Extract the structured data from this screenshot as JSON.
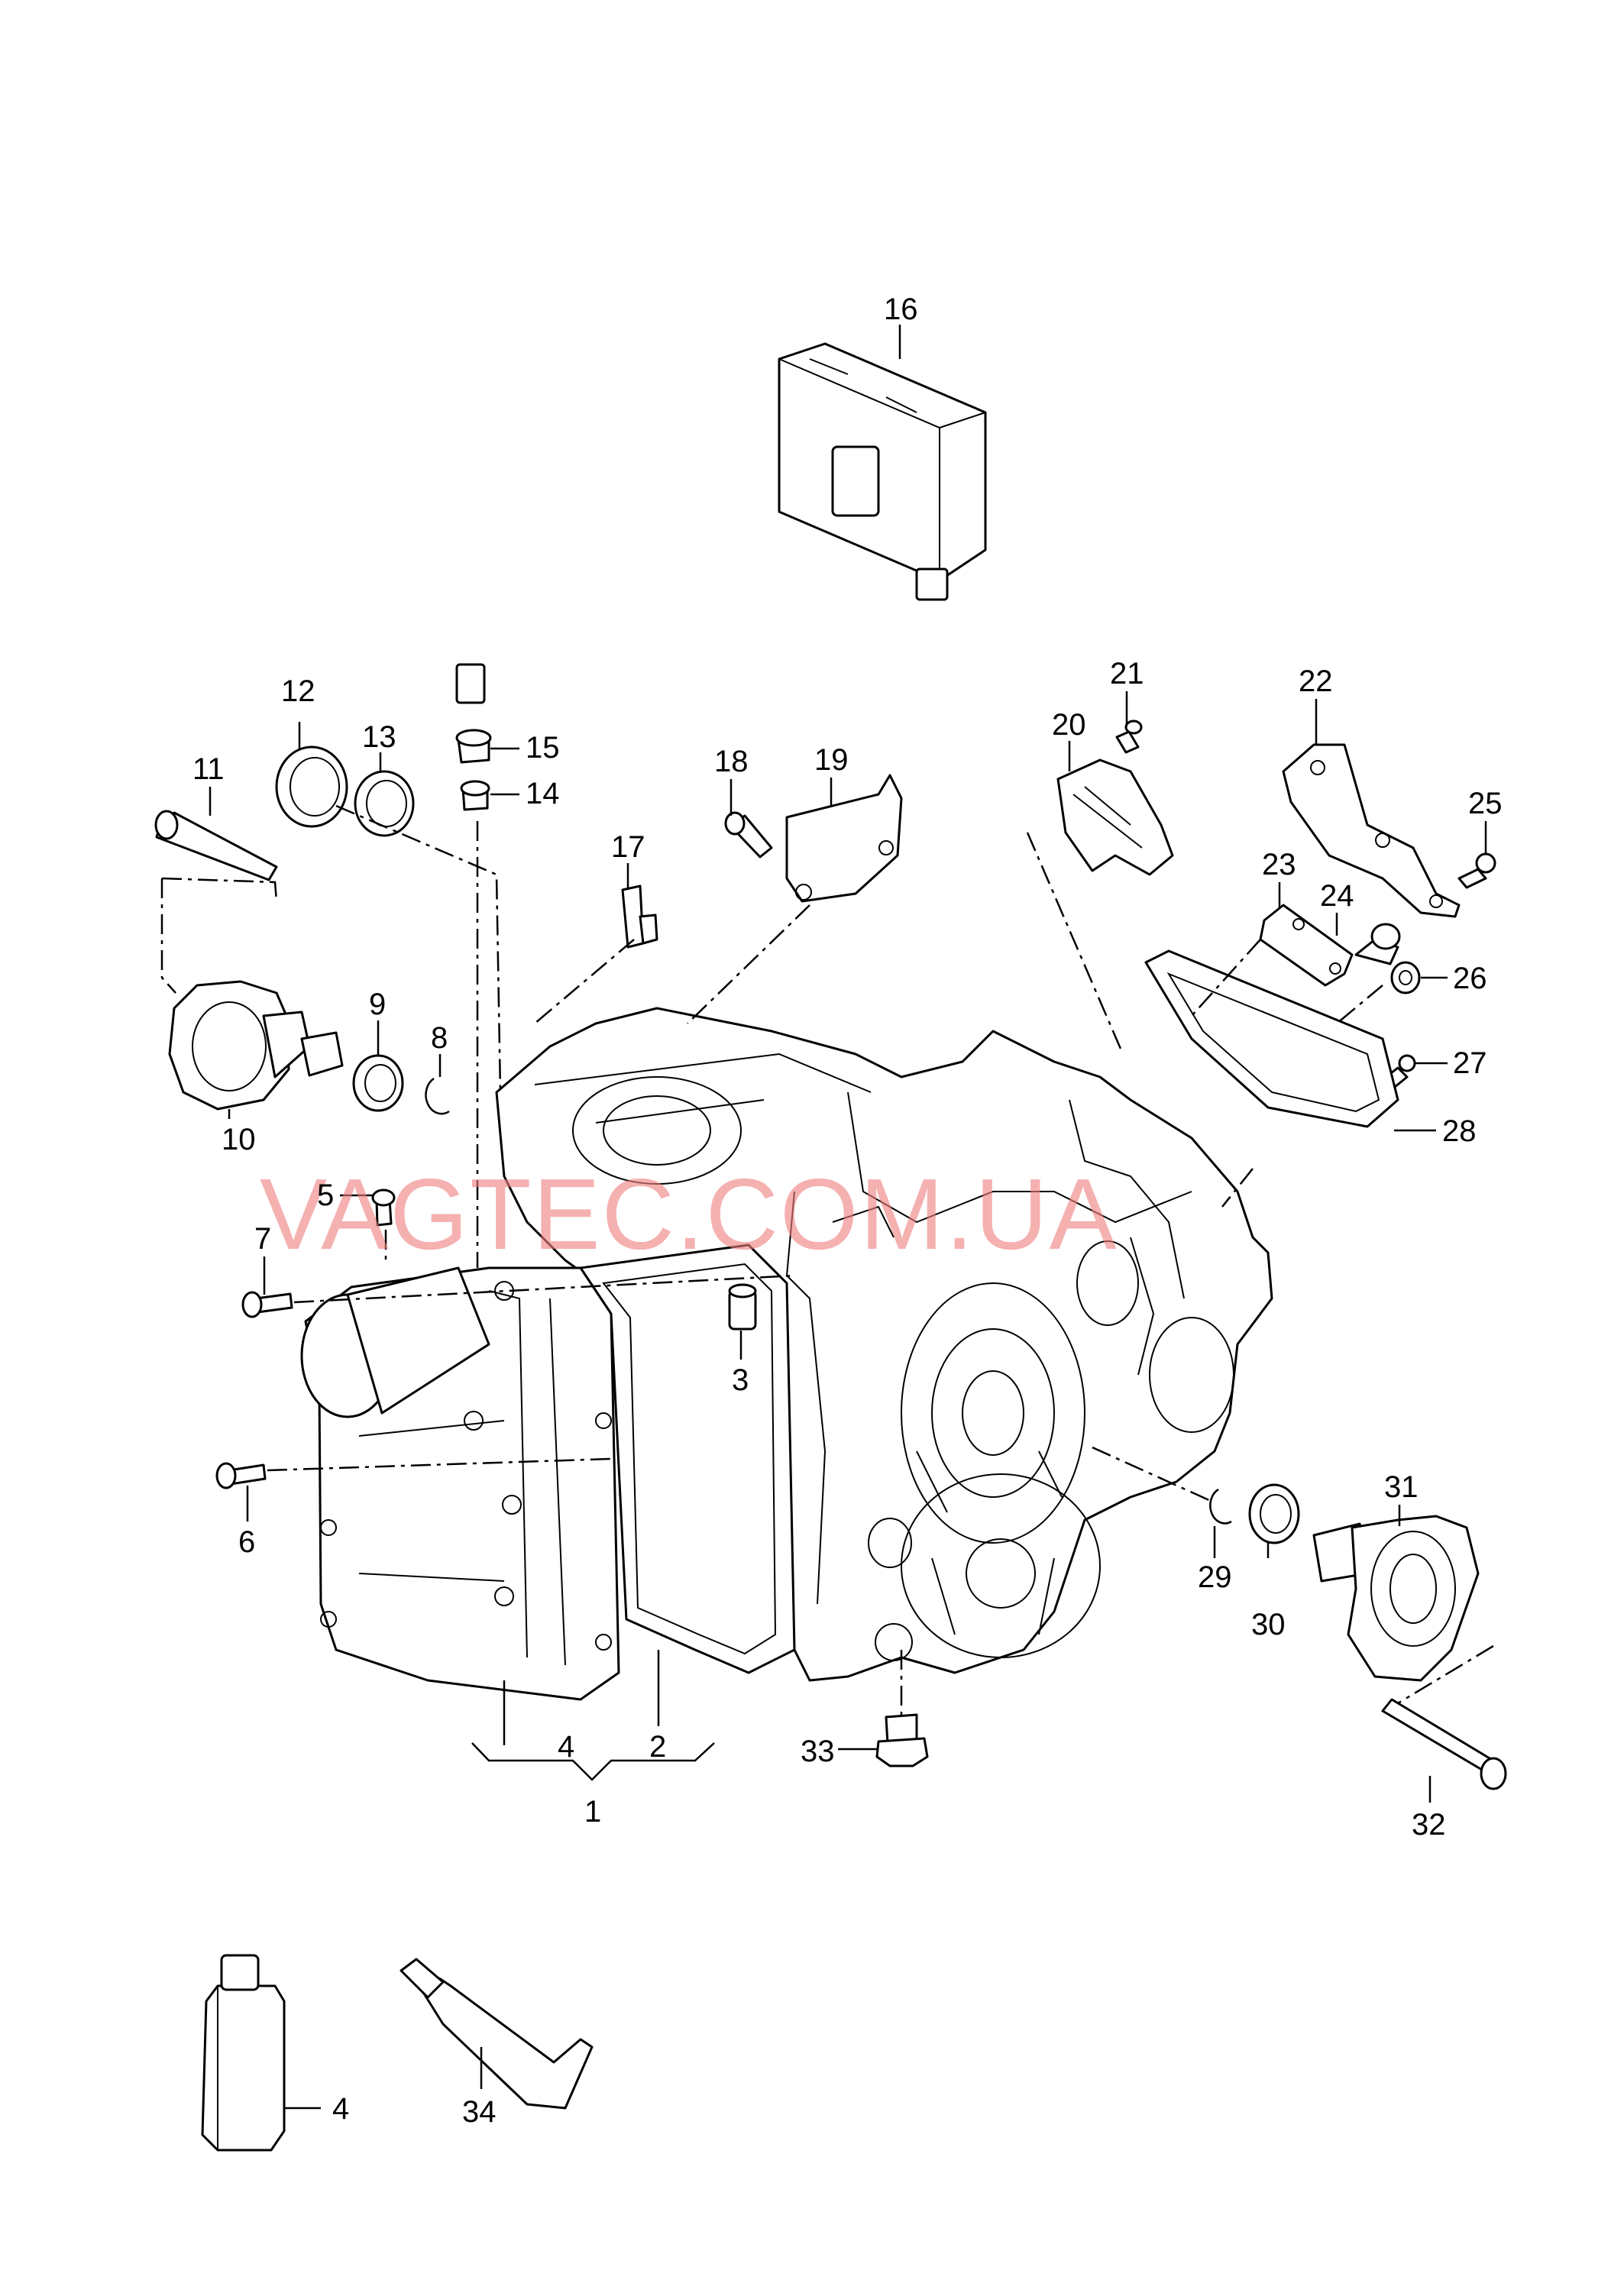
{
  "diagram": {
    "watermark": "VAGTEC.COM.UA",
    "callouts": [
      {
        "id": "c16",
        "text": "16"
      },
      {
        "id": "c21",
        "text": "21"
      },
      {
        "id": "c22",
        "text": "22"
      },
      {
        "id": "c12",
        "text": "12"
      },
      {
        "id": "c13",
        "text": "13"
      },
      {
        "id": "c11",
        "text": "11"
      },
      {
        "id": "c15",
        "text": "15"
      },
      {
        "id": "c14",
        "text": "14"
      },
      {
        "id": "c18",
        "text": "18"
      },
      {
        "id": "c19",
        "text": "19"
      },
      {
        "id": "c20",
        "text": "20"
      },
      {
        "id": "c25",
        "text": "25"
      },
      {
        "id": "c17",
        "text": "17"
      },
      {
        "id": "c23",
        "text": "23"
      },
      {
        "id": "c24",
        "text": "24"
      },
      {
        "id": "c26",
        "text": "26"
      },
      {
        "id": "c9",
        "text": "9"
      },
      {
        "id": "c8",
        "text": "8"
      },
      {
        "id": "c27",
        "text": "27"
      },
      {
        "id": "c10",
        "text": "10"
      },
      {
        "id": "c28",
        "text": "28"
      },
      {
        "id": "c5",
        "text": "5"
      },
      {
        "id": "c7",
        "text": "7"
      },
      {
        "id": "c3",
        "text": "3"
      },
      {
        "id": "c31",
        "text": "31"
      },
      {
        "id": "c6",
        "text": "6"
      },
      {
        "id": "c29",
        "text": "29"
      },
      {
        "id": "c30",
        "text": "30"
      },
      {
        "id": "c4a",
        "text": "4"
      },
      {
        "id": "c2",
        "text": "2"
      },
      {
        "id": "c33",
        "text": "33"
      },
      {
        "id": "c1",
        "text": "1"
      },
      {
        "id": "c32",
        "text": "32"
      },
      {
        "id": "c4b",
        "text": "4"
      },
      {
        "id": "c34",
        "text": "34"
      }
    ]
  }
}
